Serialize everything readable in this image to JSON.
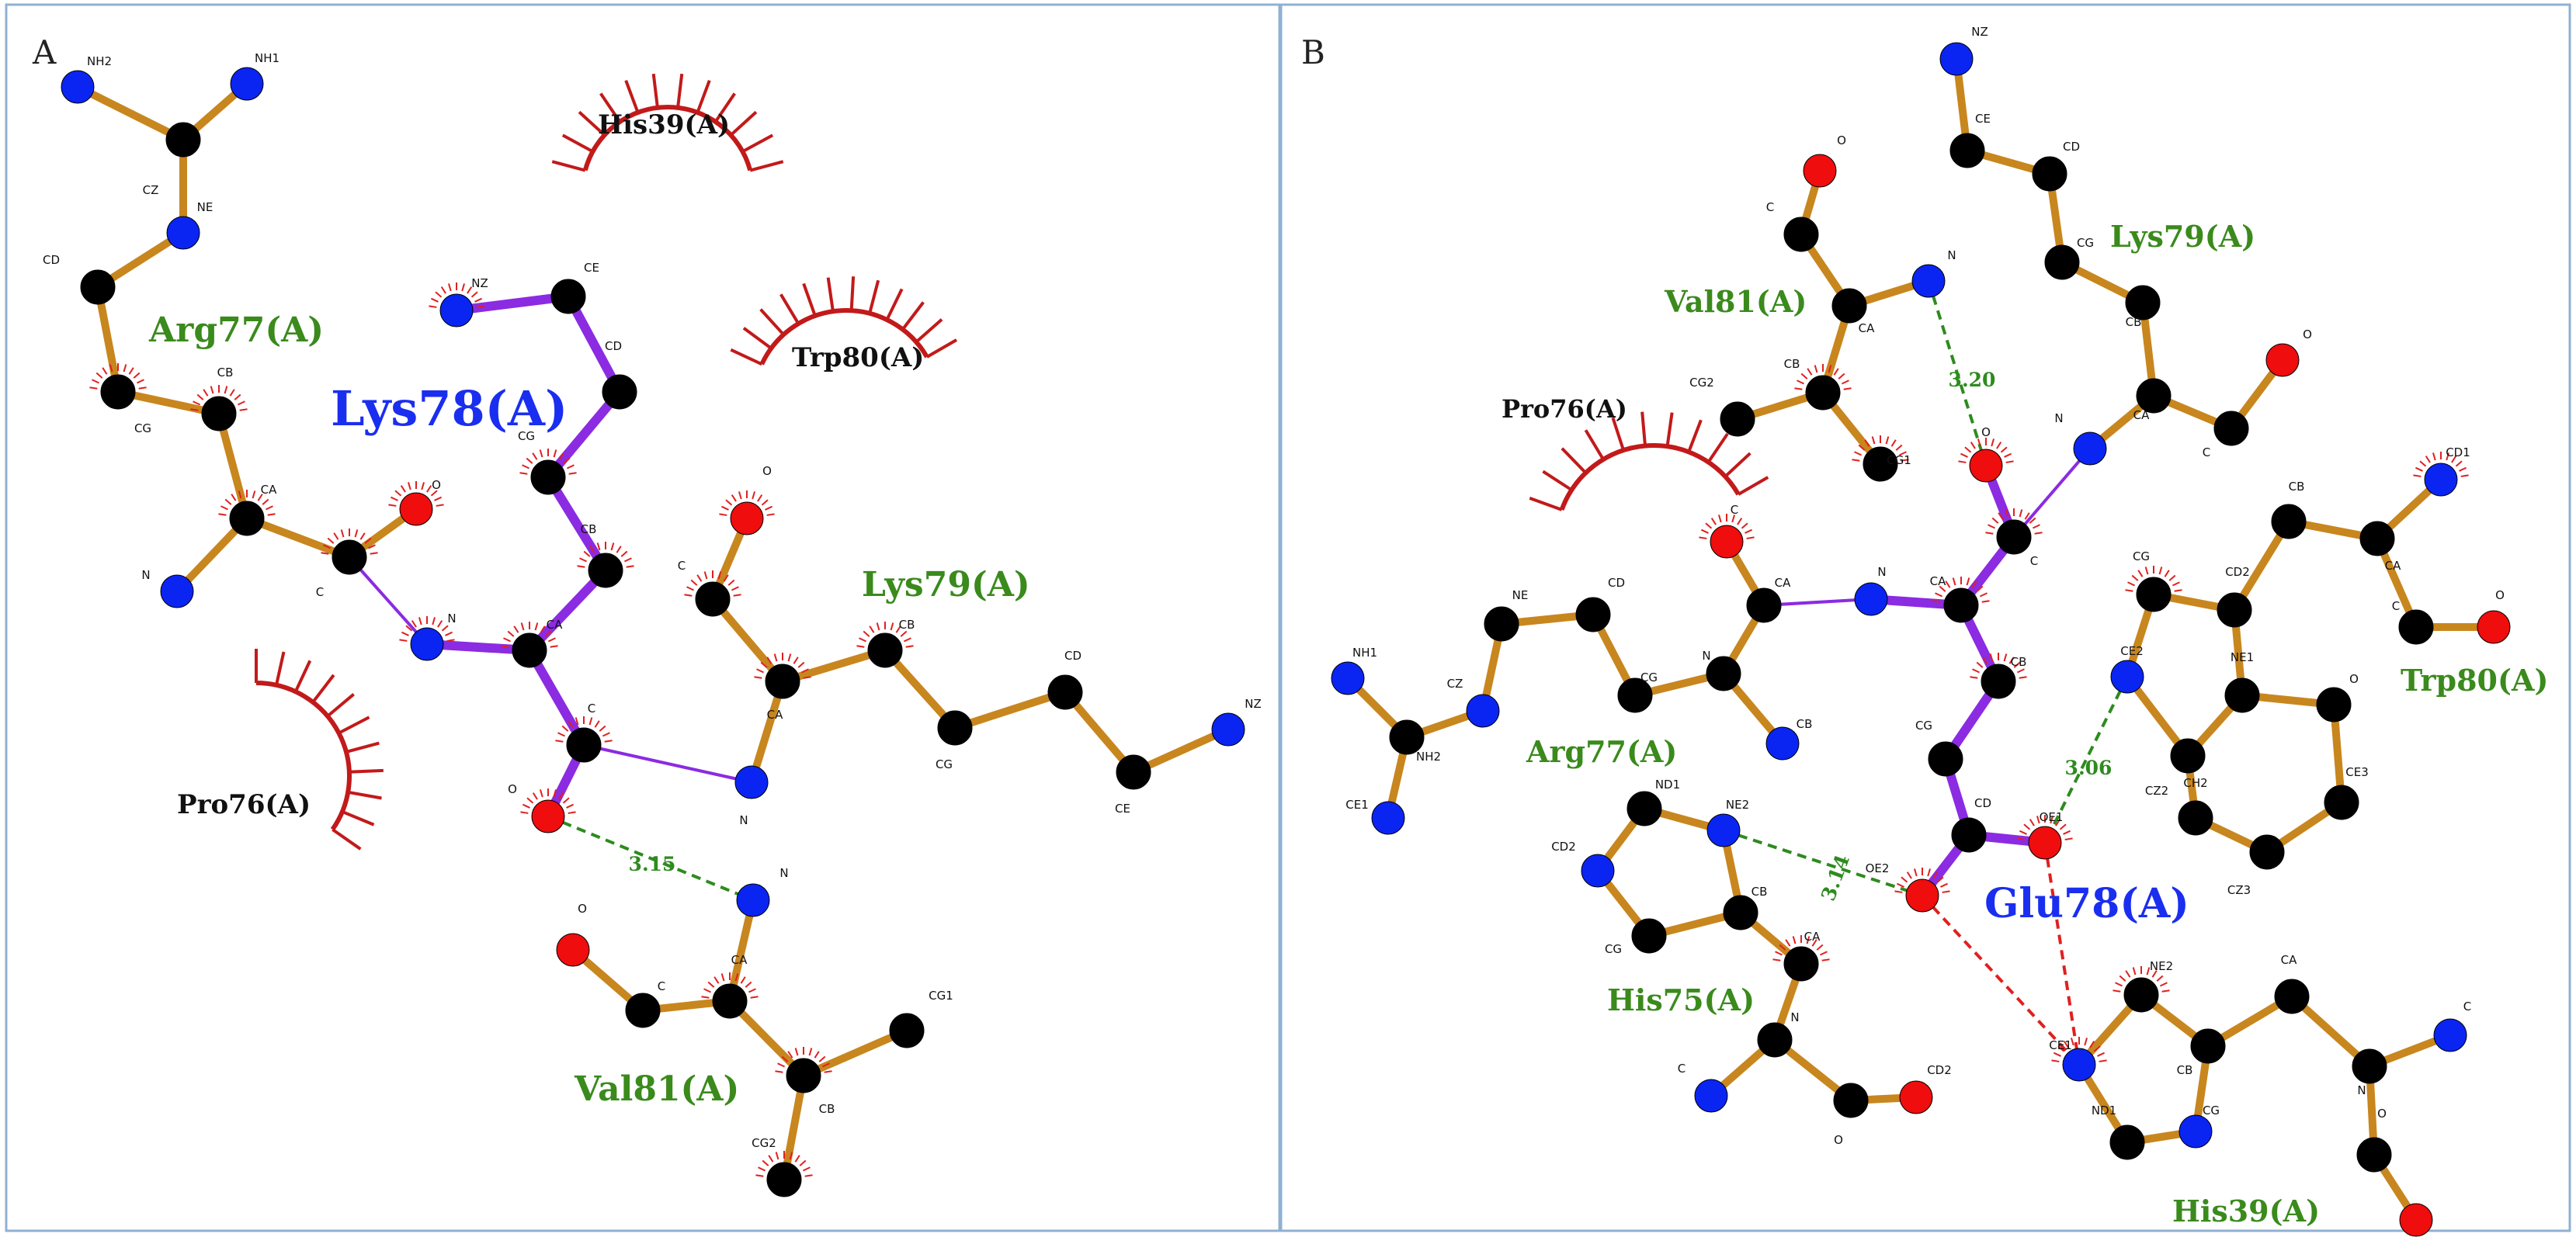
{
  "colors": {
    "frame": "#8fb1d3",
    "bond_ligand": "#8b2be2",
    "bond_residue": "#c8861e",
    "carbon": "#000000",
    "nitrogen": "#0a25f2",
    "oxygen": "#ef0d0d",
    "hbond": "#2e8b1f",
    "clash": "#e02020",
    "hydrophobic": "#c21a1a",
    "ligand_label": "#1a2ef0",
    "residue_label": "#3a8a1c",
    "contact_label": "#111111"
  },
  "panels": [
    {
      "id": "A",
      "label": "A",
      "ligand_residue": "Lys78(A)",
      "residues": [
        "Arg77(A)",
        "Lys79(A)",
        "Val81(A)"
      ],
      "hydrophobic_contacts": [
        "His39(A)",
        "Trp80(A)",
        "Pro76(A)"
      ],
      "hbonds": [
        {
          "label": "3.15"
        }
      ],
      "atom_labels": [
        "NH2",
        "NH1",
        "CZ",
        "NE",
        "CD",
        "CG",
        "CB",
        "CA",
        "N",
        "C",
        "O",
        "NZ",
        "CE",
        "CD",
        "CG",
        "CB",
        "CA",
        "N",
        "C",
        "O",
        "O",
        "C",
        "CA",
        "CB",
        "CG",
        "CD",
        "CE",
        "NZ",
        "N",
        "N",
        "O",
        "C",
        "CA",
        "CB",
        "CG1",
        "CG2"
      ]
    },
    {
      "id": "B",
      "label": "B",
      "ligand_residue": "Glu78(A)",
      "residues": [
        "Lys79(A)",
        "Val81(A)",
        "Trp80(A)",
        "Arg77(A)",
        "His75(A)",
        "His39(A)"
      ],
      "hydrophobic_contacts": [
        "Pro76(A)"
      ],
      "hbonds": [
        {
          "label": "3.20"
        },
        {
          "label": "3.06"
        },
        {
          "label": "3.14"
        }
      ],
      "atom_labels": [
        "NZ",
        "CE",
        "CD",
        "CG",
        "CB",
        "CA",
        "C",
        "O",
        "N",
        "O",
        "C",
        "N",
        "CA",
        "CB",
        "CG2",
        "CG1",
        "O",
        "C",
        "CA",
        "N",
        "CB",
        "CG",
        "CD",
        "OE1",
        "OE2",
        "N",
        "CB",
        "CA",
        "C",
        "O",
        "CD1",
        "CG",
        "CD2",
        "NE1",
        "CE2",
        "CZ2",
        "CH2",
        "CZ3",
        "CE3",
        "O",
        "C",
        "CA",
        "N",
        "CB",
        "CG",
        "CD",
        "NE",
        "CZ",
        "NH2",
        "NH1",
        "CE1",
        "ND1",
        "NE2",
        "CD2",
        "CG",
        "CB",
        "CA",
        "N",
        "C",
        "O",
        "CD2",
        "NE2",
        "CE1",
        "ND1",
        "CG",
        "CB",
        "CA",
        "N",
        "C",
        "O"
      ]
    }
  ]
}
